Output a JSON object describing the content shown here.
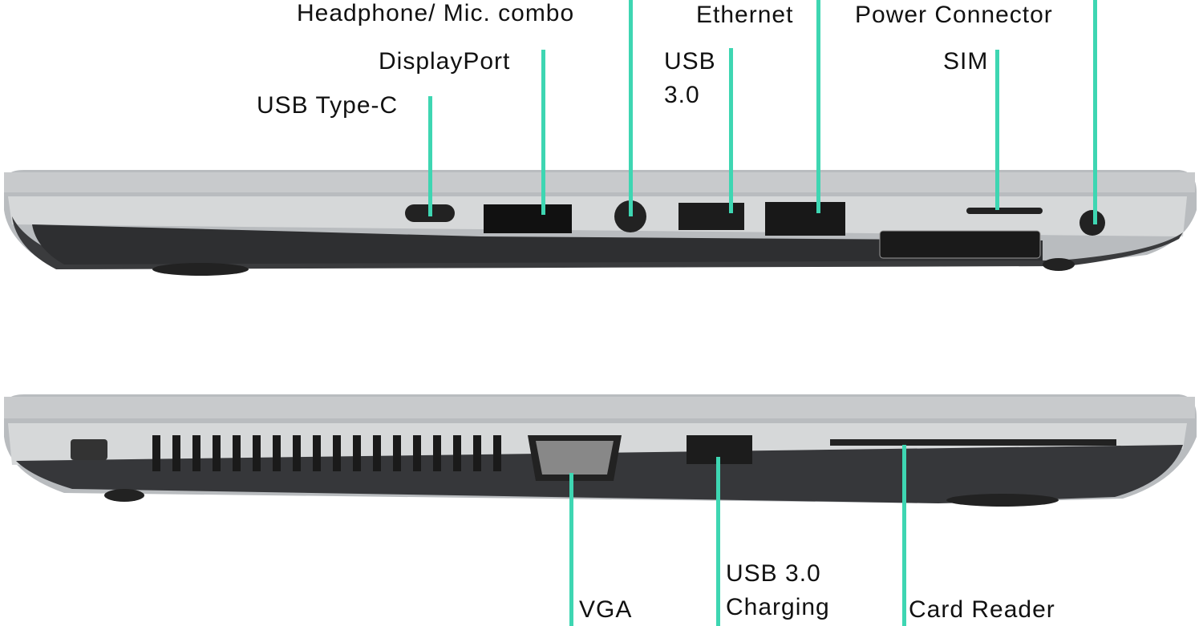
{
  "labels": {
    "usb_c": "USB Type-C",
    "displayport": "DisplayPort",
    "headphone": "Headphone/ Mic. combo",
    "usb3_line1": "USB",
    "usb3_line2": "3.0",
    "ethernet": "Ethernet",
    "sim": "SIM",
    "power": "Power Connector",
    "vga": "VGA",
    "usb_charging_line1": "USB 3.0",
    "usb_charging_line2": "Charging",
    "card_reader": "Card Reader"
  },
  "colors": {
    "callout_line": "#3ed6b2"
  }
}
